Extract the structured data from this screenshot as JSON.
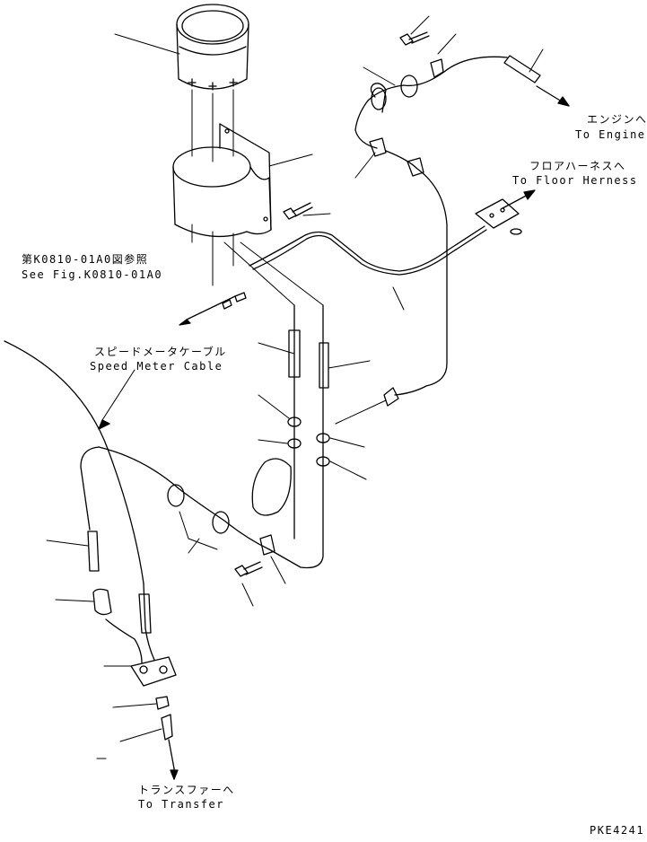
{
  "labels": {
    "engine_jp": "エンジンへ",
    "engine_en": "To Engine",
    "floor_jp": "フロアハーネスへ",
    "floor_en": "To Floor Herness",
    "ref_jp": "第K0810-01A0図参照",
    "ref_en": "See Fig.K0810-01A0",
    "cable_jp": "スピードメータケーブル",
    "cable_en": "Speed Meter Cable",
    "transfer_jp": "トランスファーへ",
    "transfer_en": "To Transfer",
    "drawing_code": "PKE4241"
  }
}
